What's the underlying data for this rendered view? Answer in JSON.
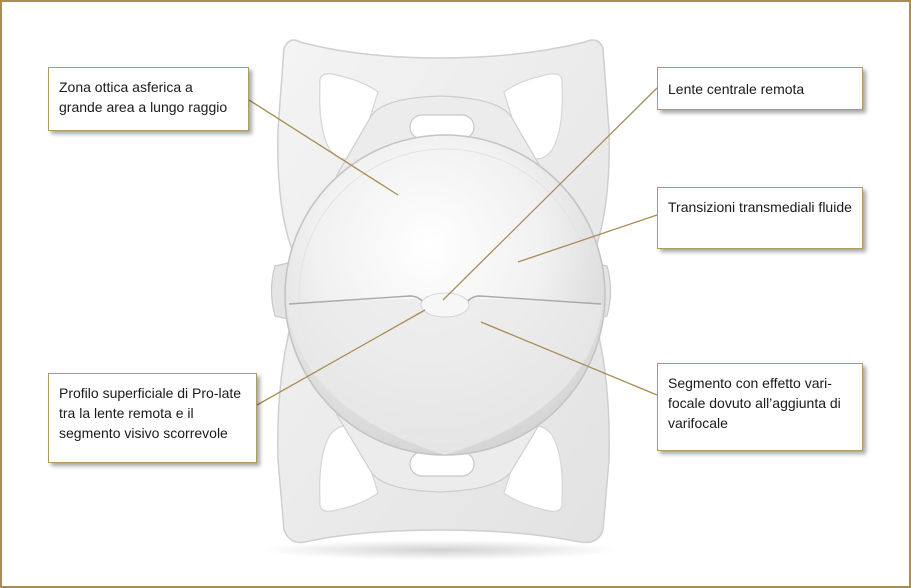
{
  "colors": {
    "border": "#a88d55",
    "leader_line": "#a88d55",
    "label_border": "#b09a62",
    "lens_body": "#e6e6e6",
    "lens_outline": "#c9c9c9"
  },
  "labels": {
    "zona": "Zona ottica asferica a grande area a lungo raggio",
    "lente": "Lente centrale remota",
    "transizioni": "Transizioni transmediali fluide",
    "profilo": "Profilo superficiale di Pro-late tra la lente remota e il segmento visivo scorrevole",
    "segmento": "Segmento con effetto vari-focale dovuto all’aggiunta di varifocale"
  }
}
